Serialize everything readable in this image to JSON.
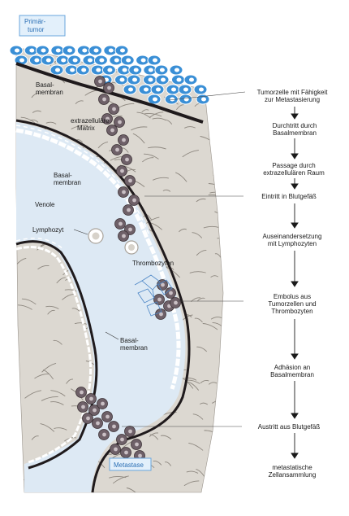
{
  "title_box": {
    "line1": "Primär-",
    "line2": "tumor"
  },
  "metastasis_box": {
    "text": "Metastase"
  },
  "labels": {
    "basalmembran_1": [
      "Basal-",
      "membran"
    ],
    "extracellular": [
      "extrazelluläre",
      "Matrix"
    ],
    "basalmembran_2": [
      "Basal-",
      "membran"
    ],
    "venole": "Venole",
    "lymphozyt": "Lymphozyt",
    "thrombozyten": "Thrombozyten",
    "basalmembran_3": [
      "Basal-",
      "membran"
    ]
  },
  "steps": [
    {
      "lines": [
        "Tumorzelle mit Fähigkeit",
        "zur Metastasierung"
      ]
    },
    {
      "lines": [
        "Durchtritt durch",
        "Basalmembran"
      ]
    },
    {
      "lines": [
        "Passage durch",
        "extrazellulären Raum"
      ]
    },
    {
      "lines": [
        "Eintritt in Blutgefäß"
      ]
    },
    {
      "lines": [
        "Auseinandersetzung",
        "mit Lymphozyten"
      ]
    },
    {
      "lines": [
        "Embolus aus",
        "Tumorzellen und",
        "Thrombozyten"
      ]
    },
    {
      "lines": [
        "Adhäsion an",
        "Basalmembran"
      ]
    },
    {
      "lines": [
        "Austritt aus Blutgefäß"
      ]
    },
    {
      "lines": [
        "metastatische",
        "Zellansammlung"
      ]
    }
  ],
  "colors": {
    "tissue": "#dcd8d1",
    "vessel": "#dde9f4",
    "tumor_primary": "#3a8fd6",
    "tumor_cell": "#6e6068",
    "membrane": "#1f1a1c",
    "box_border": "#6aa6dc",
    "box_fill": "#e3f0fb"
  }
}
